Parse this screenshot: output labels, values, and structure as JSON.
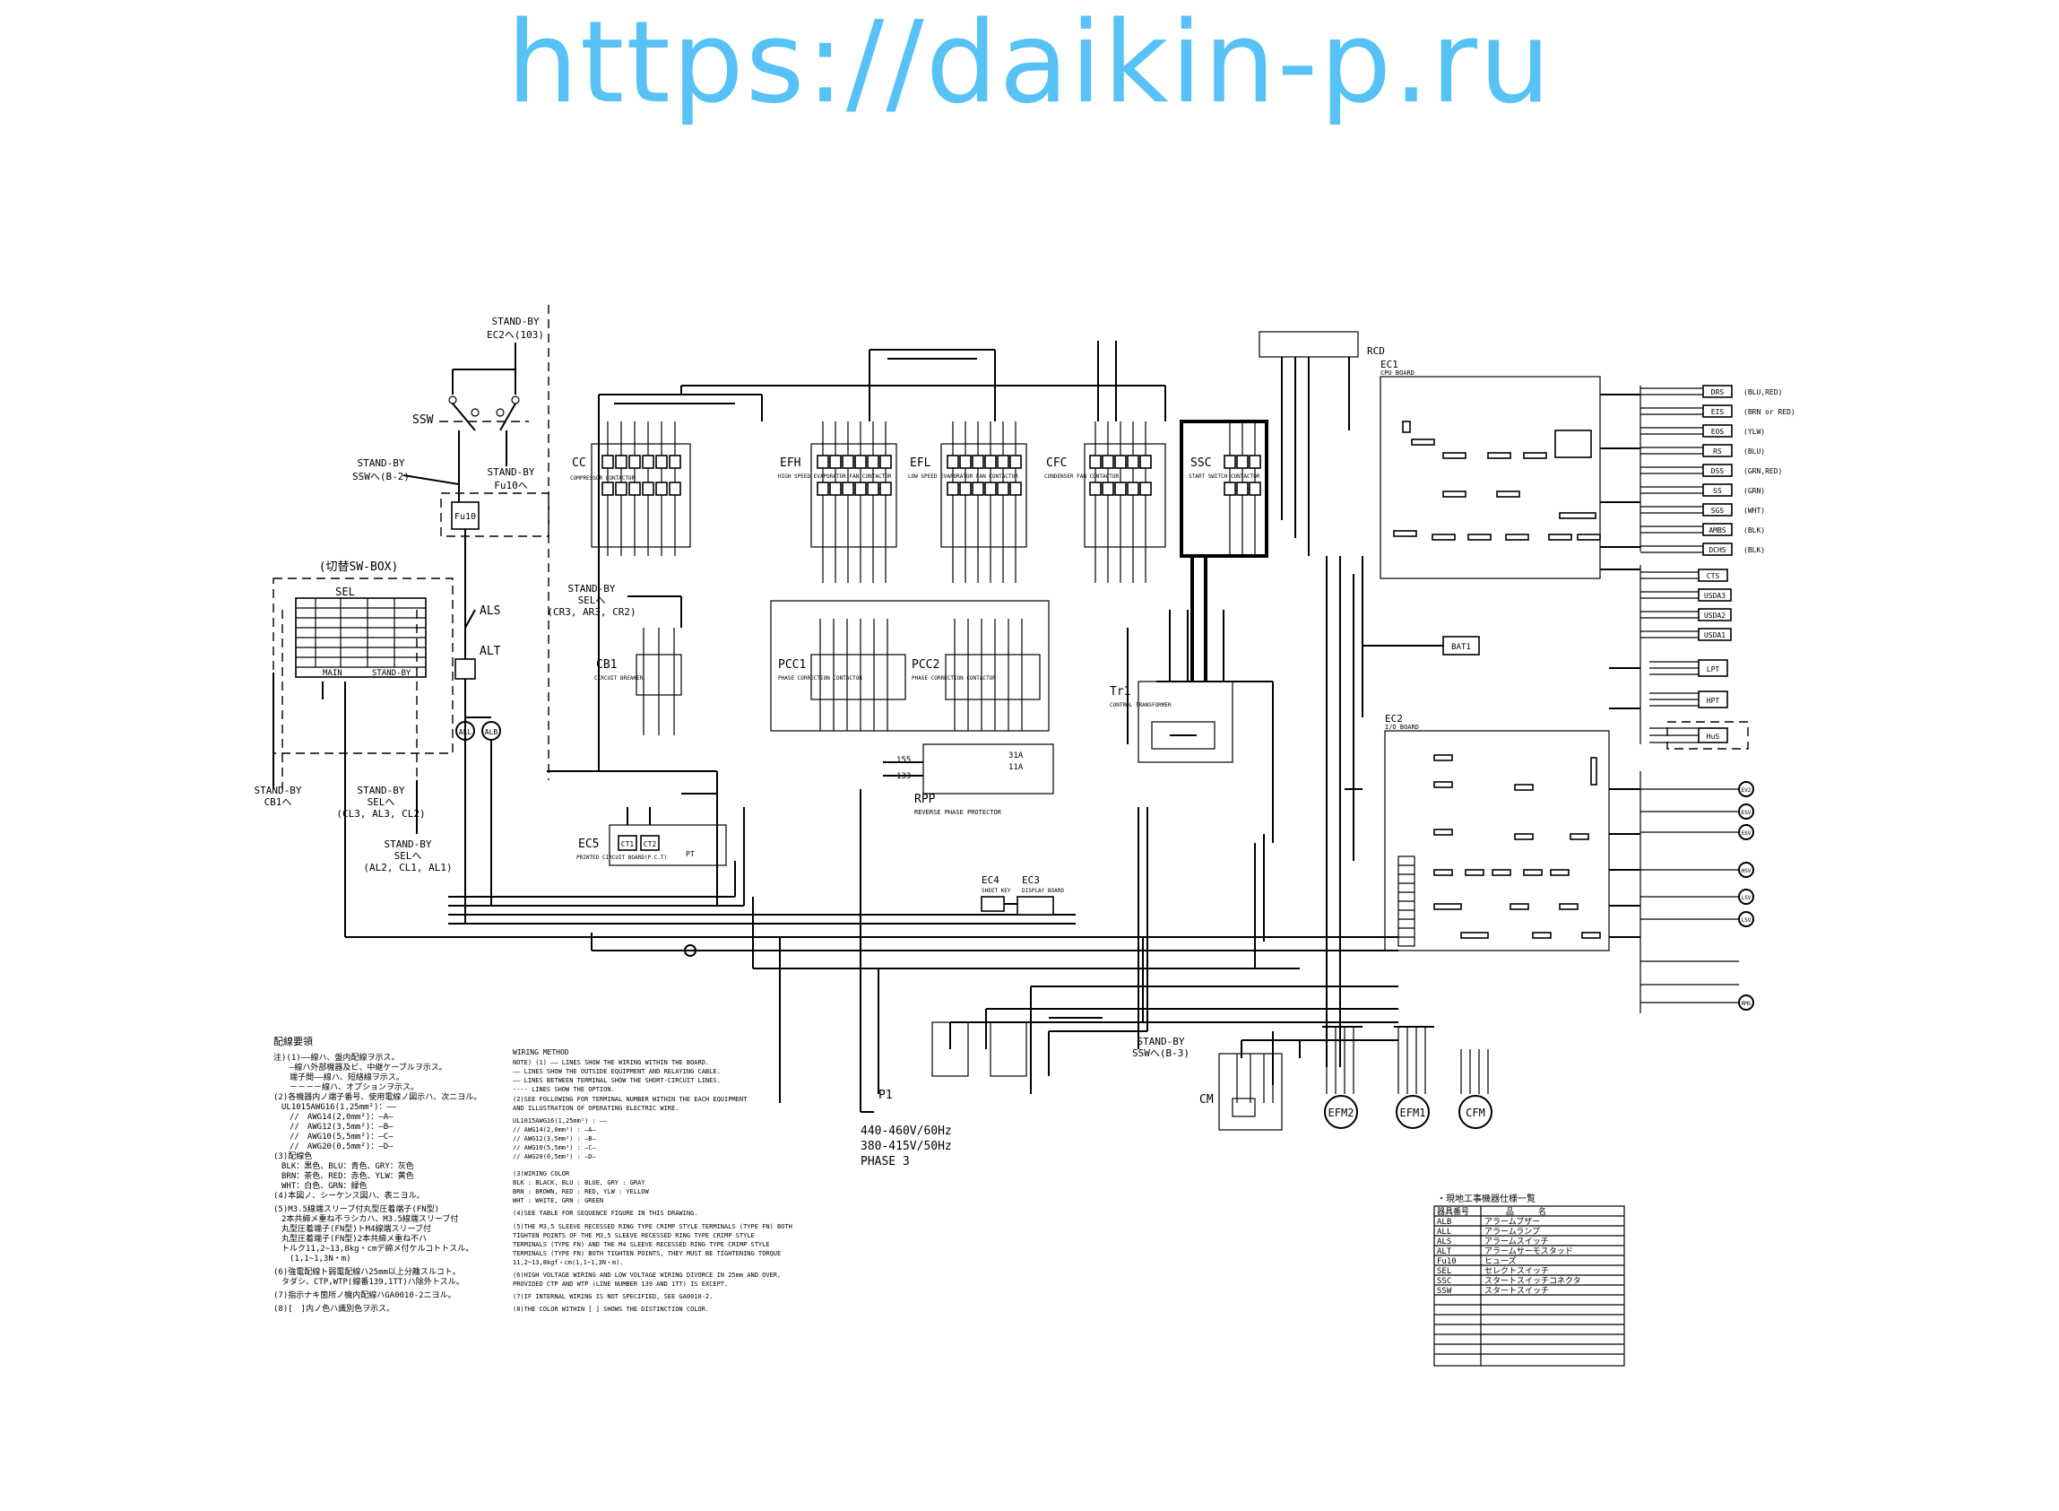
{
  "watermark": "https://daikin-p.ru",
  "labels": {
    "standby_ec2": "STAND-BY",
    "standby_ec2_b": "EC2へ(103)",
    "ssw": "SSW",
    "standby_ssw_b2": "STAND-BY",
    "standby_ssw_b2_b": "SSWへ(B-2)",
    "standby_fu10": "STAND-BY",
    "standby_fu10_b": "Fu10へ",
    "fu10": "Fu10",
    "sw_box": "(切替SW-BOX)",
    "sel": "SEL",
    "als": "ALS",
    "alt": "ALT",
    "all": "ALL",
    "alb": "ALB",
    "main": "MAIN",
    "standby": "STAND-BY",
    "standby_cb1": "STAND-BY",
    "standby_cb1_b": "CB1へ",
    "standby_sel1": "STAND-BY",
    "standby_sel1_b": "SELへ",
    "standby_sel1_c": "(CL3, AL3, CL2)",
    "standby_sel2": "STAND-BY",
    "standby_sel2_b": "SELへ",
    "standby_sel2_c": "(AL2, CL1, AL1)",
    "standby_sel3": "STAND-BY",
    "standby_sel3_b": "SELへ",
    "standby_sel3_c": "(CR3, AR3, CR2)",
    "cc": "CC",
    "cc_sub": "COMPRESSOR CONTACTOR",
    "efh": "EFH",
    "efh_sub": "HIGH SPEED EVAPORATOR FAN CONTACTOR",
    "efl": "EFL",
    "efl_sub": "LOW SPEED EVAPORATOR FAN CONTACTOR",
    "cfc": "CFC",
    "cfc_sub": "CONDENSER FAN CONTACTOR",
    "ssc": "SSC",
    "ssc_sub": "START SWITCH CONTACTOR",
    "cb1": "CB1",
    "cb1_sub": "CIRCUIT BREAKER",
    "pcc1": "PCC1",
    "pcc1_sub": "PHASE CORRECTION CONTACTOR",
    "pcc2": "PCC2",
    "pcc2_sub": "PHASE CORRECTION CONTACTOR",
    "tr1": "Tr1",
    "tr1_sub": "CONTROL TRANSFORMER",
    "rpp": "RPP",
    "rpp_sub": "REVERSE PHASE PROTECTOR",
    "ec5": "EC5",
    "ec5_sub": "PRINTED CIRCUIT BOARD(P.C.T)",
    "ec4": "EC4",
    "ec4_sub": "SHEET KEY",
    "ec3": "EC3",
    "ec3_sub": "DISPLAY BOARD",
    "ec1": "EC1",
    "ec1_sub": "CPU BOARD",
    "ec2": "EC2",
    "ec2_sub": "I/O BOARD",
    "rcd": "RCD",
    "bat1": "BAT1",
    "cm": "CM",
    "efm2": "EFM2",
    "efm1": "EFM1",
    "cfm": "CFM",
    "p1": "P1",
    "p1_v1": "440-460V/60Hz",
    "p1_v2": "380-415V/50Hz",
    "p1_v3": "PHASE 3",
    "standby_ssw_b3": "STAND-BY",
    "standby_ssw_b3_b": "SSWへ(B-3)",
    "ct1": "CT1",
    "ct2": "CT2",
    "pt": "PT",
    "r31a": "31A",
    "r11a": "11A",
    "t155": "155",
    "t133": "133"
  },
  "sensors": [
    {
      "name": "DRS",
      "color": "(BLU,RED)"
    },
    {
      "name": "EIS",
      "color": "(BRN or RED)"
    },
    {
      "name": "EOS",
      "color": "(YLW)"
    },
    {
      "name": "RS",
      "color": "(BLU)"
    },
    {
      "name": "DSS",
      "color": "(GRN,RED)"
    },
    {
      "name": "SS",
      "color": "(GRN)"
    },
    {
      "name": "SGS",
      "color": "(WHT)"
    },
    {
      "name": "AMBS",
      "color": "(BLK)"
    },
    {
      "name": "DCHS",
      "color": "(BLK)"
    }
  ],
  "right_devices": [
    "CTS",
    "USDA3",
    "USDA2",
    "USDA1",
    "LPT",
    "HPT",
    "HuS"
  ],
  "right_circles": [
    "EV2",
    "ESV",
    "ESV",
    "HSV",
    "LSV",
    "LSV",
    "RMS"
  ],
  "notes_jp": {
    "title": "配線要領",
    "lines": [
      "注)(1)——線ハ、盤内配線ヲ示ス。",
      "　　—線ハ外部機器及ビ、中継ケーブルヲ示ス。",
      "　　端子間——線ハ、短絡線ヲ示ス。",
      "　　－－－－線ハ、オプションヲ示ス。",
      "(2)各機器内ノ端子番号、使用電線ノ図示ハ、次ニヨル。",
      "　UL1015AWG16(1,25mm²)：——",
      "　　//　AWG14(2,0mm²)：—A—",
      "　　//　AWG12(3,5mm²)：—B—",
      "　　//　AWG10(5,5mm²)：—C—",
      "　　//　AWG20(0,5mm²)：—D—",
      "(3)配線色",
      "　BLK：黒色、BLU：青色、GRY：灰色",
      "　BRN：茶色、RED：赤色、YLW：黄色",
      "　WHT：白色、GRN：緑色",
      "(4)本図ノ、シーケンス図ハ、表ニヨル。",
      "(5)M3.5線端スリーブ付丸型圧着端子(FN型)",
      "　2本共締メ重ね不ラシカハ、M3.5線端スリーブ付",
      "　丸型圧着端子(FN型)トM4線端スリーブ付",
      "　丸型圧着端子(FN型)2本共締メ重ね不ハ",
      "　トルク11,2~13,8kg・cmデ締メ付ケルコトトスル。",
      "　　(1,1~1,3N・m)",
      "(6)強電配線ト弱電配線ハ25mm以上分離スルコト。",
      "　タダシ、CTP,WTP(線番139,1TT)ハ除外トスル。",
      "(7)指示ナキ箇所ノ機内配線ハGA0010-2ニヨル。",
      "(8)[　]内ノ色ハ識別色ヲ示ス。"
    ]
  },
  "notes_en": {
    "title": "WIRING METHOD",
    "lines": [
      "NOTE) (1) —— LINES SHOW THE WIRING WITHIN THE BOARD.",
      "         —— LINES SHOW THE OUTSIDE EQUIPMENT AND RELAYING CABLE.",
      "         —— LINES BETWEEN TERMINAL SHOW THE SHORT-CIRCUIT LINES.",
      "         ---- LINES SHOW THE OPTION.",
      "(2)SEE FOLLOWING FOR TERMINAL NUMBER WITHIN THE EACH EQUIPMENT",
      "   AND ILLUSTRATION OF OPERATING ELECTRIC WIRE.",
      "   UL1015AWG16(1,25mm²) : ——",
      "     //   AWG14(2,0mm²) : —A—",
      "     //   AWG12(3,5mm²) : —B—",
      "     //   AWG10(5,5mm²) : —C—",
      "     //   AWG20(0,5mm²) : —D—",
      "(3)WIRING COLOR",
      "   BLK : BLACK, BLU : BLUE, GRY : GRAY",
      "   BRN : BROWN, RED : RED, YLW : YELLOW",
      "   WHT : WHITE, GRN : GREEN",
      "(4)SEE TABLE FOR SEQUENCE FIGURE IN THIS DRAWING.",
      "(5)THE M3,5 SLEEVE RECESSED RING TYPE CRIMP STYLE TERMINALS (TYPE FN) BOTH",
      "   TIGHTEN POINTS OF THE M3,5 SLEEVE RECESSED RING TYPE CRIMP STYLE",
      "   TERMINALS (TYPE FN) AND THE M4 SLEEVE RECESSED RING TYPE CRIMP STYLE",
      "   TERMINALS (TYPE FN) BOTH TIGHTEN POINTS, THEY MUST BE TIGHTENING TORQUE",
      "   11,2~13,8kgf・cm(1,1~1,3N・m).",
      "(6)HIGH VOLTAGE WIRING AND LOW VOLTAGE WIRING DIVORCE IN 25mm AND OVER,",
      "   PROVIDED CTP AND WTP (LINE NUMBER 139 AND 1TT) IS EXCEPT.",
      "(7)IF INTERNAL WIRING IS NOT SPECIFIED, SEE GA0010-2.",
      "(8)THE COLOR WITHIN [  ] SHOWS THE DISTINCTION COLOR."
    ]
  },
  "parts_table": {
    "title": "・現地工事機器仕様一覧",
    "head": [
      "器具番号",
      "品　　　名"
    ],
    "rows": [
      [
        "ALB",
        "アラームブザー"
      ],
      [
        "ALL",
        "アラームランプ"
      ],
      [
        "ALS",
        "アラームスイッチ"
      ],
      [
        "ALT",
        "アラームサーモスタッド"
      ],
      [
        "Fu10",
        "ヒューズ"
      ],
      [
        "SEL",
        "セレクトスイッチ"
      ],
      [
        "SSC",
        "スタートスイッチコネクタ"
      ],
      [
        "SSW",
        "スタートスイッチ"
      ]
    ]
  }
}
